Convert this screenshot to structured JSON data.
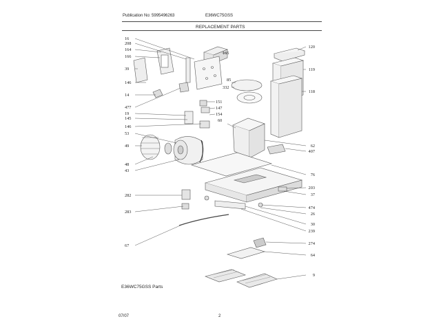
{
  "header": {
    "publication": "Publication No: 5995496263",
    "model": "E36WC75GSS",
    "section_title": "REPLACEMENT PARTS"
  },
  "footer": {
    "caption": "E36WC75GSS Parts",
    "date": "07/07",
    "page_number": "2"
  },
  "callouts_left": [
    "16",
    "208",
    "164",
    "166",
    "39",
    "146",
    "14",
    "477",
    "19",
    "145",
    "146",
    "53",
    "49",
    "48",
    "43",
    "282",
    "283",
    "67"
  ],
  "callouts_right": [
    "120",
    "119",
    "118",
    "62",
    "407",
    "76",
    "203",
    "37",
    "474",
    "26",
    "30",
    "239",
    "274",
    "64",
    "9"
  ],
  "callouts_inner": [
    "165",
    "85",
    "332",
    "151",
    "147",
    "154",
    "60"
  ]
}
